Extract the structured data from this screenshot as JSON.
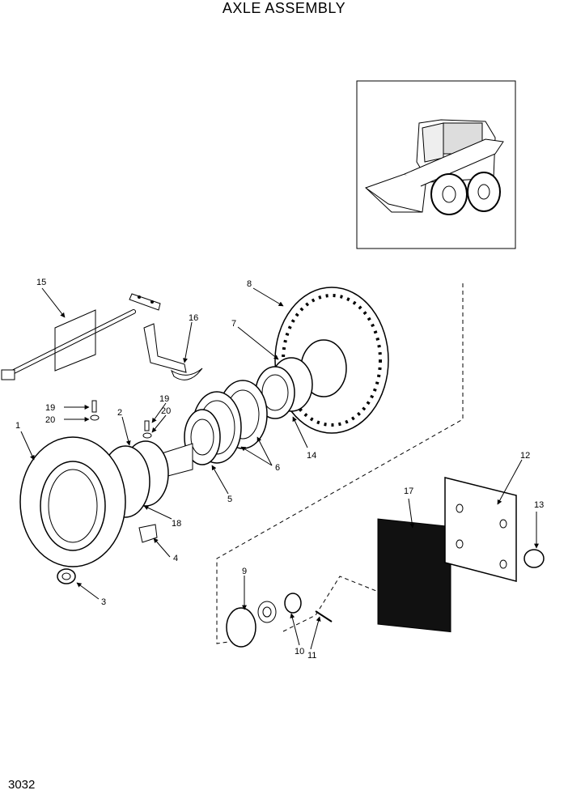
{
  "title": "AXLE ASSEMBLY",
  "page_number": "3032",
  "callouts": [
    "1",
    "2",
    "3",
    "4",
    "5",
    "6",
    "7",
    "8",
    "9",
    "10",
    "11",
    "12",
    "13",
    "14",
    "15",
    "16",
    "17",
    "18",
    "19",
    "19",
    "20",
    "20"
  ]
}
